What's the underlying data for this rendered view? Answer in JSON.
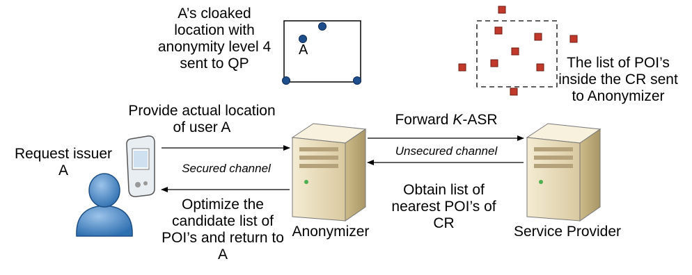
{
  "cloaked_label": [
    "A’s cloaked",
    "location with",
    "anonymity level 4",
    "sent to QP"
  ],
  "cloaked_point_label": "A",
  "poi_label": [
    "The list of POI’s",
    "inside the CR sent",
    "to Anonymizer"
  ],
  "actual_location_label": [
    "Provide actual location",
    "of user A"
  ],
  "requester_label": [
    "Request issuer",
    "A"
  ],
  "secured_channel": "Secured channel",
  "forward_prefix": "Forward ",
  "forward_k": "K",
  "forward_suffix": "-ASR",
  "unsecured_channel": "Unsecured channel",
  "obtain_label": [
    "Obtain list of",
    "nearest POI’s of",
    "CR"
  ],
  "optimize_label": [
    "Optimize the",
    "candidate list of",
    "POI’s and return to",
    "A"
  ],
  "anonymizer_label": "Anonymizer",
  "service_provider_label": "Service Provider",
  "colors": {
    "point": "#1f4e8c",
    "poi": "#c0392b",
    "person": "#5b9bd5",
    "server": "#e8dcb8"
  }
}
